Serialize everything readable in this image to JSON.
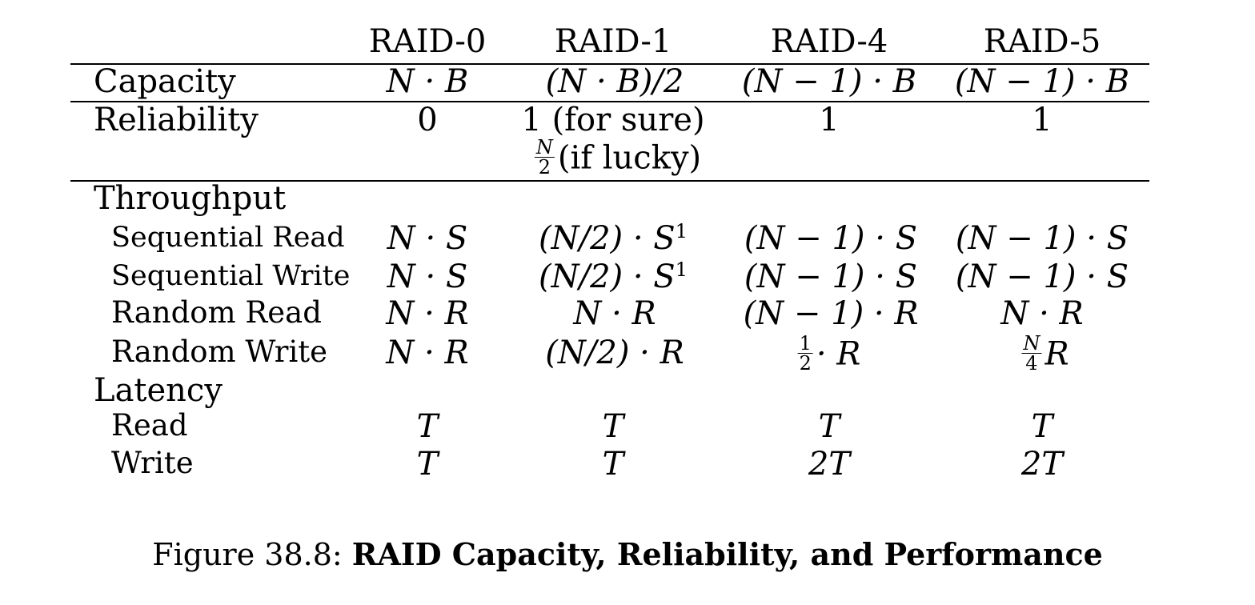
{
  "columns": [
    "RAID-0",
    "RAID-1",
    "RAID-4",
    "RAID-5"
  ],
  "rows": {
    "capacity": {
      "label": "Capacity",
      "values": [
        "N · B",
        "(N · B)/2",
        "(N − 1) · B",
        "(N − 1) · B"
      ]
    },
    "reliability": {
      "label": "Reliability",
      "values": [
        "0",
        "1 (for sure)",
        "1",
        "1"
      ],
      "raid1_extra": {
        "frac_num": "N",
        "frac_den": "2",
        "text": "(if lucky)"
      }
    },
    "throughput": {
      "label": "Throughput",
      "sequential_read": {
        "label": "Sequential Read",
        "values": [
          "N · S",
          "(N/2) · S",
          "(N − 1) · S",
          "(N − 1) · S"
        ],
        "raid1_sup": "1"
      },
      "sequential_write": {
        "label": "Sequential Write",
        "values": [
          "N · S",
          "(N/2) · S",
          "(N − 1) · S",
          "(N − 1) · S"
        ],
        "raid1_sup": "1"
      },
      "random_read": {
        "label": "Random Read",
        "values": [
          "N · R",
          "N · R",
          "(N − 1) · R",
          "N · R"
        ]
      },
      "random_write": {
        "label": "Random Write",
        "values": [
          "N · R",
          "(N/2) · R"
        ],
        "raid4": {
          "frac_num": "1",
          "frac_den": "2",
          "text": "· R"
        },
        "raid5": {
          "frac_num": "N",
          "frac_den": "4",
          "text": "R"
        }
      }
    },
    "latency": {
      "label": "Latency",
      "read": {
        "label": "Read",
        "values": [
          "T",
          "T",
          "T",
          "T"
        ]
      },
      "write": {
        "label": "Write",
        "values": [
          "T",
          "T",
          "2T",
          "2T"
        ]
      }
    }
  },
  "caption": {
    "prefix": "Figure 38.8:",
    "title": "RAID Capacity, Reliability, and Performance"
  }
}
